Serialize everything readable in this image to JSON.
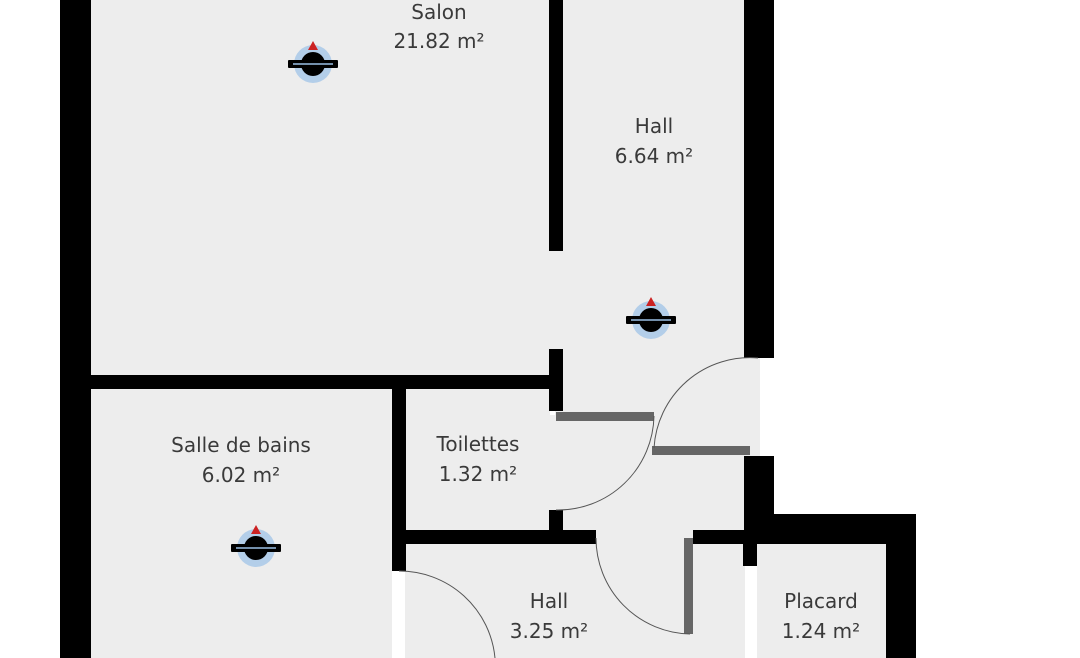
{
  "rooms": [
    {
      "id": "salon",
      "name": "Salon",
      "area": "21.82 m²"
    },
    {
      "id": "hall-upper",
      "name": "Hall",
      "area": "6.64 m²"
    },
    {
      "id": "salle-de-bains",
      "name": "Salle de bains",
      "area": "6.02 m²"
    },
    {
      "id": "toilettes",
      "name": "Toilettes",
      "area": "1.32 m²"
    },
    {
      "id": "hall-lower",
      "name": "Hall",
      "area": "3.25 m²"
    },
    {
      "id": "placard",
      "name": "Placard",
      "area": "1.24 m²"
    }
  ],
  "colors": {
    "floor": "#ededed",
    "wall": "#000000",
    "door_leaf": "#666666",
    "door_arc": "#555555",
    "marker_arrow": "#cc2222",
    "marker_halo": "#a8c8e8"
  },
  "markers": [
    "camera-marker-icon",
    "camera-marker-icon",
    "camera-marker-icon"
  ]
}
